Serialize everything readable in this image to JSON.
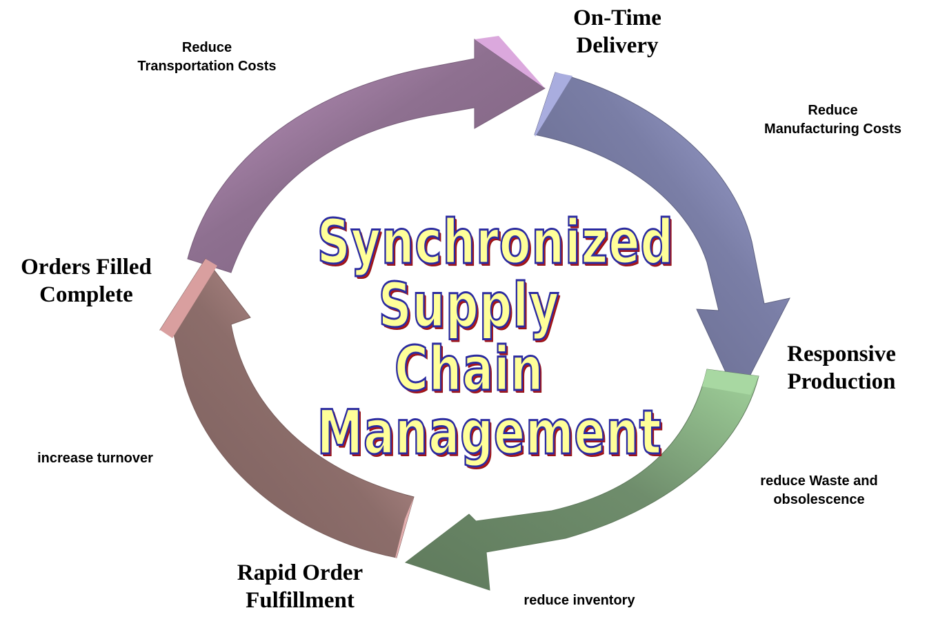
{
  "title": {
    "lines": [
      "Synchronized",
      "Supply Chain",
      "Management"
    ]
  },
  "nodes": {
    "on_time_delivery": [
      "On-Time",
      "Delivery"
    ],
    "responsive_production": [
      "Responsive",
      "Production"
    ],
    "rapid_order_fulfillment": [
      "Rapid Order",
      "Fulfillment"
    ],
    "orders_filled_complete": [
      "Orders Filled",
      "Complete"
    ]
  },
  "benefits": {
    "reduce_transportation_costs": [
      "Reduce",
      "Transportation Costs"
    ],
    "reduce_manufacturing_costs": [
      "Reduce",
      "Manufacturing Costs"
    ],
    "reduce_waste": [
      "reduce Waste and",
      "obsolescence"
    ],
    "reduce_inventory": "reduce inventory",
    "increase_turnover": "increase turnover"
  },
  "colors": {
    "arrow_top": "#8e7090",
    "arrow_top_light": "#d7a8da",
    "arrow_right": "#6c6f8c",
    "arrow_right_light": "#a5a9e0",
    "arrow_bottom": "#6f8d6c",
    "arrow_bottom_light": "#a8d8a2",
    "arrow_left": "#8c6d6a",
    "arrow_left_light": "#e0a9aa",
    "title_fill": "#ffff99",
    "title_outline": "#2a2aa0",
    "title_shadow": "#b0151a"
  }
}
